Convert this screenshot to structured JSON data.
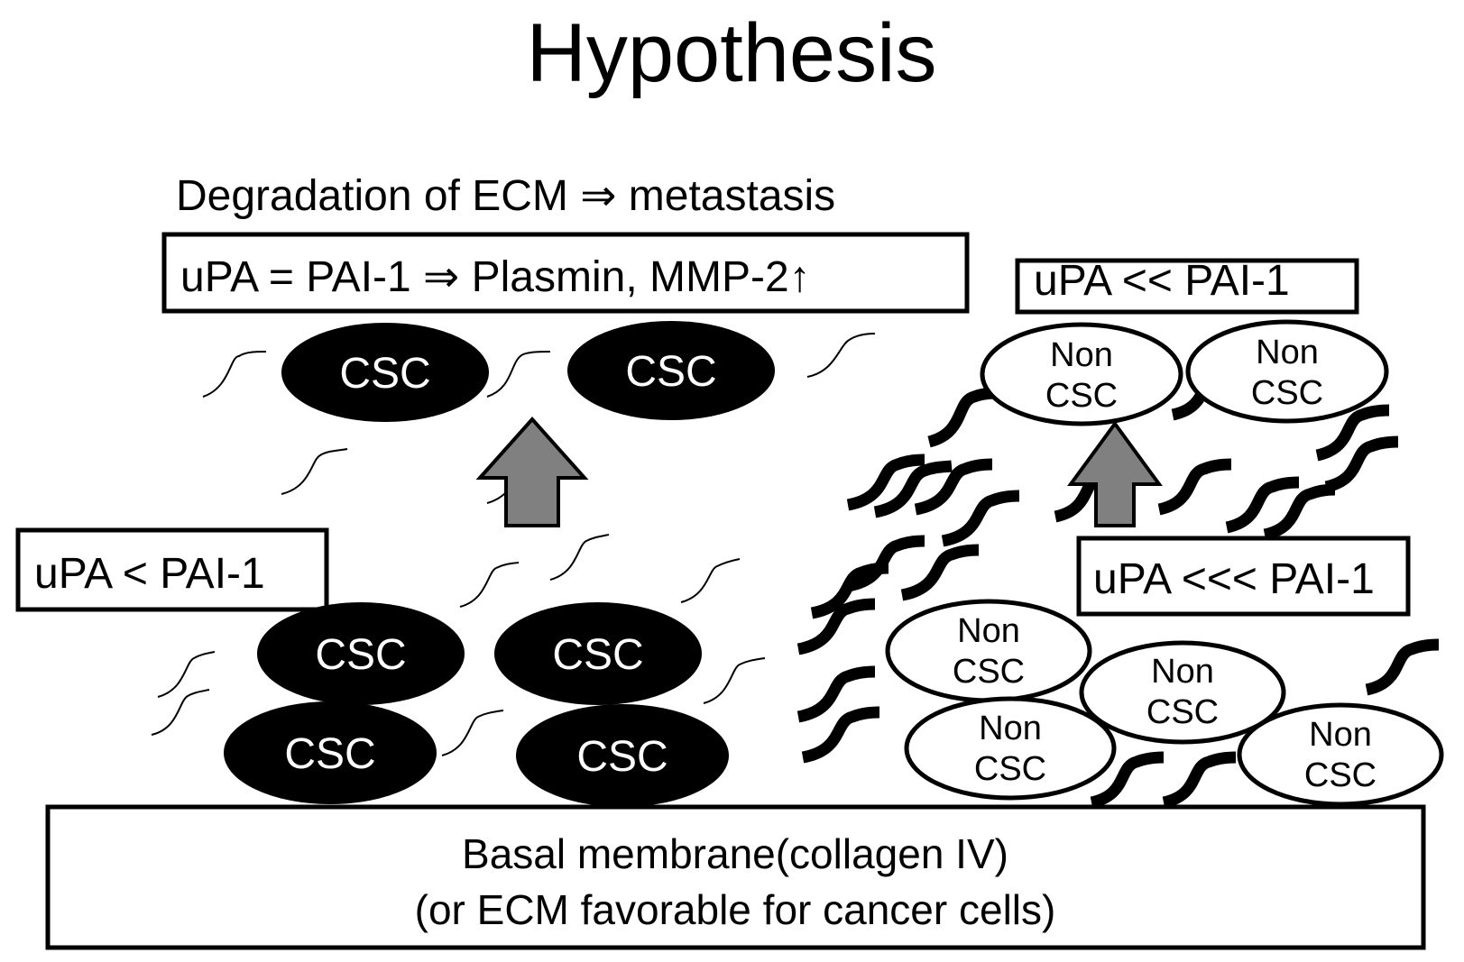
{
  "title": "Hypothesis",
  "left_panel": {
    "header_text": "Degradation of ECM ⇒ metastasis",
    "top_box": "uPA = PAI-1 ⇒ Plasmin, MMP-2↑",
    "lower_box": "uPA < PAI-1",
    "cell_label": "CSC",
    "cell_count_top": 2,
    "cell_count_bottom": 4,
    "cell_fill": "#000000"
  },
  "right_panel": {
    "top_box": "uPA << PAI-1",
    "lower_box": "uPA <<< PAI-1",
    "cell_label_line1": "Non",
    "cell_label_line2": "CSC",
    "cell_count_top": 2,
    "cell_count_bottom": 4,
    "cell_fill": "#ffffff"
  },
  "arrow_color": "#808080",
  "base": {
    "line1": "Basal membrane(collagen IV)",
    "line2": "(or ECM favorable for cancer cells)"
  }
}
